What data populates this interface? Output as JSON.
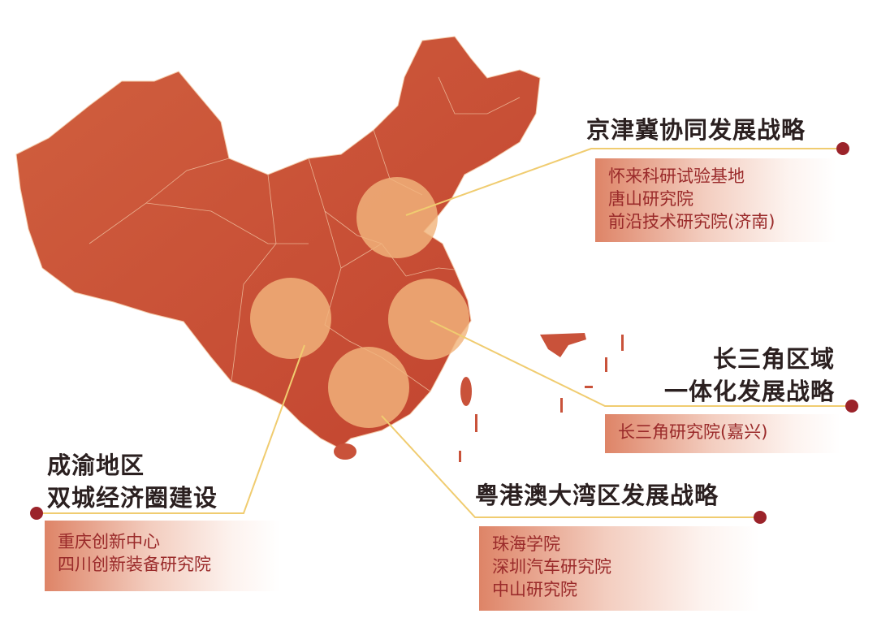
{
  "colors": {
    "land": "#c9523a",
    "circle": "#f2b47c",
    "line": "#f0cc70",
    "dot": "#9b232a",
    "title": "#2b2020",
    "item": "#9a2a2a"
  },
  "callouts": {
    "jingjinji": {
      "title": "京津冀协同发展战略",
      "items": [
        "怀来科研试验基地",
        "唐山研究院",
        "前沿技术研究院(济南)"
      ]
    },
    "yangtze": {
      "title_lines": [
        "长三角区域",
        "一体化发展战略"
      ],
      "items": [
        "长三角研究院(嘉兴)"
      ]
    },
    "chengyu": {
      "title_lines": [
        "成渝地区",
        "双城经济圈建设"
      ],
      "items": [
        "重庆创新中心",
        "四川创新装备研究院"
      ]
    },
    "gba": {
      "title": "粤港澳大湾区发展战略",
      "items": [
        "珠海学院",
        "深圳汽车研究院",
        "中山研究院"
      ]
    }
  }
}
